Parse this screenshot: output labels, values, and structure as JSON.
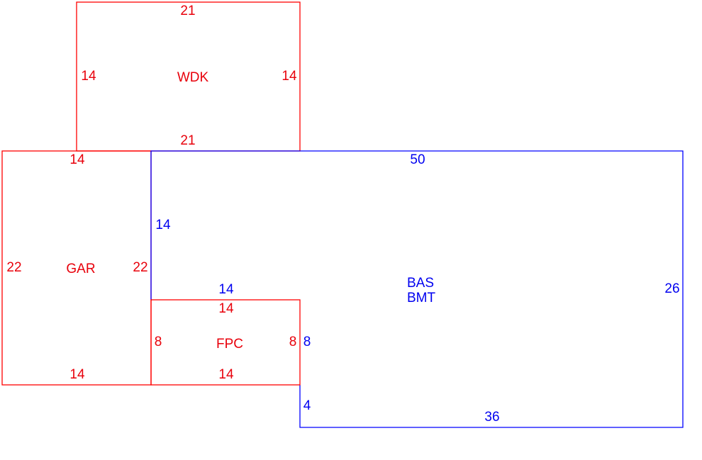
{
  "colors": {
    "red": "#ff0000",
    "blue": "#0000ff"
  },
  "areas": {
    "wdk": {
      "label": "WDK",
      "top": "21",
      "bottom": "21",
      "left": "14",
      "right": "14"
    },
    "gar": {
      "label": "GAR",
      "top": "14",
      "bottom": "14",
      "left": "22",
      "right": "22"
    },
    "fpc": {
      "label": "FPC",
      "top": "14",
      "bottom": "14",
      "left": "8",
      "right": "8"
    },
    "bas": {
      "label1": "BAS",
      "label2": "BMT",
      "top": "50",
      "right": "26",
      "bottom": "36",
      "left_upper": "14",
      "notch_top": "14",
      "notch_side": "8",
      "left_lower": "4"
    }
  }
}
